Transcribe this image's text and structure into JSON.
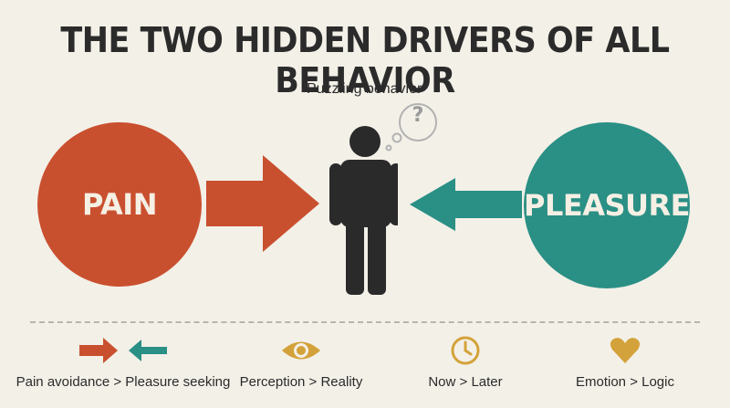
{
  "title": "THE TWO HIDDEN DRIVERS OF ALL BEHAVIOR",
  "left_driver": {
    "label": "PAIN",
    "color": "#c9502f"
  },
  "right_driver": {
    "label": "PLEASURE",
    "color": "#2a8f84"
  },
  "center": {
    "caption": "Puzzling behavior",
    "thought_symbol": "?",
    "figure_icon": "person-icon"
  },
  "legend": [
    {
      "icon": "two-arrows-icon",
      "label": "Pain avoidance > Pleasure seeking"
    },
    {
      "icon": "eye-icon",
      "label": "Perception > Reality"
    },
    {
      "icon": "clock-icon",
      "label": "Now > Later"
    },
    {
      "icon": "heart-icon",
      "label": "Emotion > Logic"
    }
  ],
  "colors": {
    "background": "#f3f0e8",
    "text": "#2b2b2b",
    "accent_gold": "#d4a23a",
    "figure": "#2a2a2a"
  }
}
